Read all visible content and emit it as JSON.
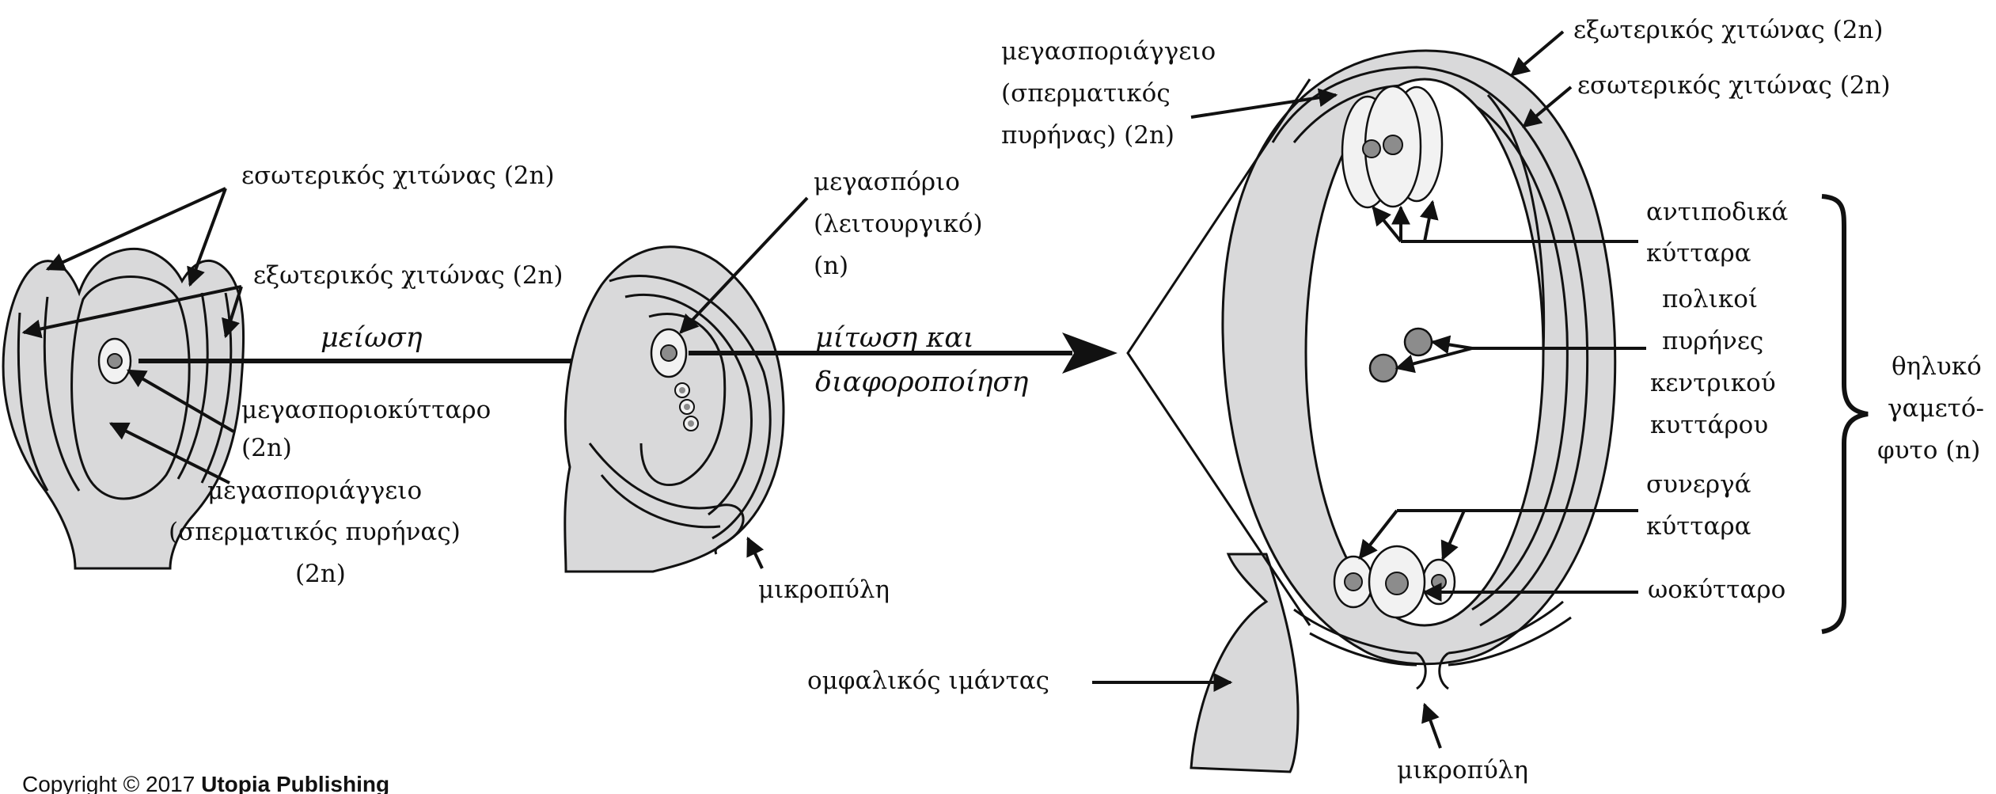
{
  "copyright": {
    "prefix": "Copyright © 2017 ",
    "publisher": "Utopia Publishing"
  },
  "processes": {
    "meiosis": "μείωση",
    "mitosis_line1": "μίτωση και",
    "mitosis_line2": "διαφοροποίηση"
  },
  "stage1": {
    "inner_integument": "εσωτερικός χιτώνας (2n)",
    "outer_integument": "εξωτερικός χιτώνας (2n)",
    "megasporocyte_line1": "μεγασποριοκύτταρο",
    "megasporocyte_line2": "(2n)",
    "megasporangium_line1": "μεγασποριάγγειο",
    "megasporangium_line2": "(σπερματικός πυρήνας)",
    "megasporangium_line3": "(2n)"
  },
  "stage2": {
    "megaspore_line1": "μεγασπόριο",
    "megaspore_line2": "(λειτουργικό)",
    "megaspore_line3": "(n)",
    "micropyle": "μικροπύλη"
  },
  "stage3": {
    "megasporangium_line1": "μεγασποριάγγειο",
    "megasporangium_line2": "(σπερματικός",
    "megasporangium_line3": "πυρήνας) (2n)",
    "outer_integument": "εξωτερικός χιτώνας (2n)",
    "inner_integument": "εσωτερικός χιτώνας (2n)",
    "antipodal_line1": "αντιποδικά",
    "antipodal_line2": "κύτταρα",
    "polar_line1": "πολικοί",
    "polar_line2": "πυρήνες",
    "polar_line3": "κεντρικού",
    "polar_line4": "κυττάρου",
    "synergid_line1": "συνεργά",
    "synergid_line2": "κύτταρα",
    "egg_cell": "ωοκύτταρο",
    "funiculus": "ομφαλικός ιμάντας",
    "micropyle": "μικροπύλη",
    "gametophyte_line1": "θηλυκό",
    "gametophyte_line2": "γαμετό-",
    "gametophyte_line3": "φυτο (n)"
  },
  "colors": {
    "tissue": "#d9d9da",
    "cell_fill": "#f2f2f2",
    "nucleus": "#8c8c8c",
    "ink": "#111111"
  }
}
